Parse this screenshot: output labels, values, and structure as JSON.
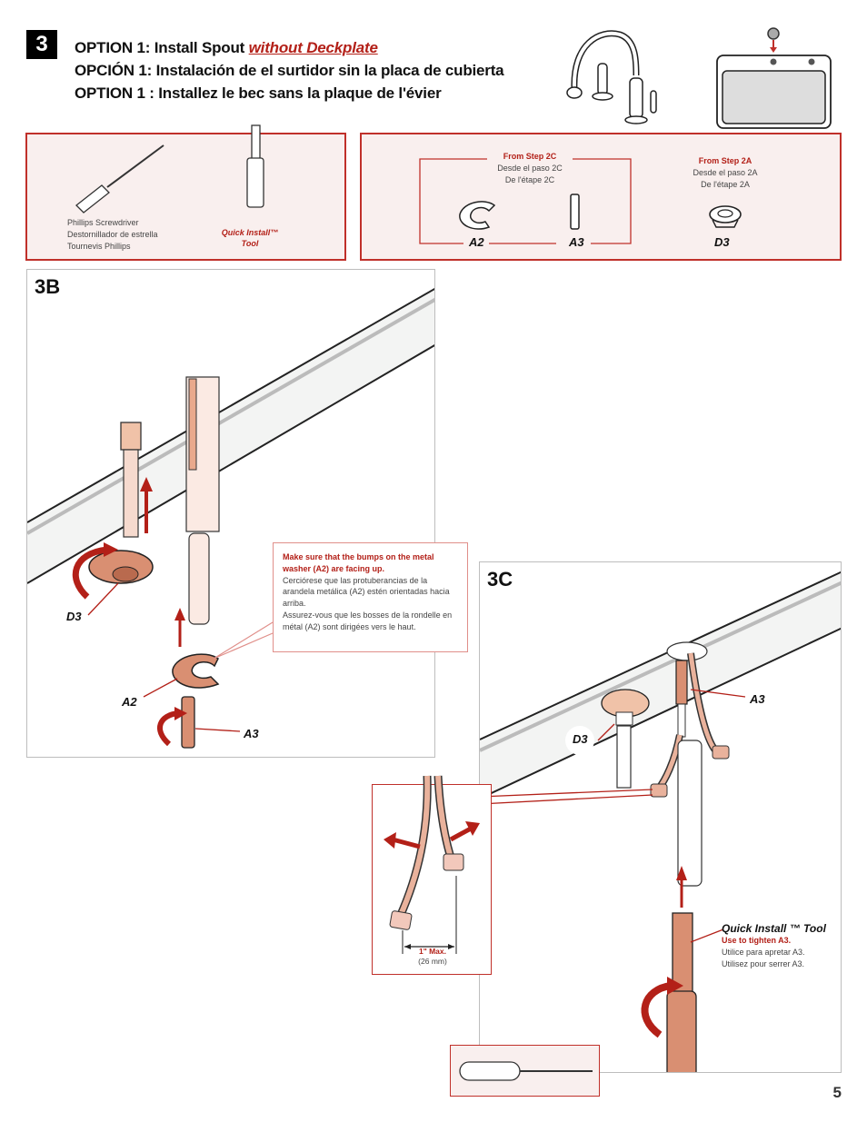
{
  "step": {
    "number": "3",
    "title_en_prefix": "OPTION 1:  Install Spout ",
    "title_en_emphasis": "without Deckplate",
    "title_es": "OPCIÓN 1:  Instalación de el surtidor sin la placa de cubierta",
    "title_fr": "OPTION 1 : Installez le bec sans la plaque de l'évier"
  },
  "tools_panel": {
    "screwdriver": {
      "en": "Phillips Screwdriver",
      "es": "Destornillador de estrella",
      "fr": "Tournevis Phillips"
    },
    "quick_install_tool": {
      "line1": "Quick Install™",
      "line2": "Tool"
    }
  },
  "parts_panel": {
    "from_2c": {
      "en": "From Step 2C",
      "es": "Desde el paso 2C",
      "fr": "De l'étape 2C"
    },
    "from_2a": {
      "en": "From Step 2A",
      "es": "Desde el paso 2A",
      "fr": "De l'étape 2A"
    },
    "parts": [
      "A2",
      "A3",
      "D3"
    ]
  },
  "step_3b": {
    "label": "3B",
    "parts": {
      "d3": "D3",
      "a2": "A2",
      "a3": "A3"
    },
    "callout": {
      "en": "Make sure that the bumps on the metal washer (A2) are facing up.",
      "es": "Cerciórese que las protuberancias de la arandela metálica (A2) estén orientadas hacia arriba.",
      "fr": "Assurez-vous que les bosses de la rondelle en métal (A2) sont dirigées vers le haut."
    }
  },
  "step_3c": {
    "label": "3C",
    "parts": {
      "d3": "D3",
      "a3": "A3"
    },
    "tool_label": "Quick Install ™ Tool",
    "tool_note": {
      "en": "Use to tighten A3.",
      "es": "Utilice para apretar A3.",
      "fr": "Utilisez pour serrer A3."
    },
    "measure": {
      "max": "1\" Max.",
      "metric": "(26 mm)"
    }
  },
  "page_number": "5",
  "colors": {
    "accent": "#b32018",
    "copper": "#d98f72",
    "panel_bg": "#f9efee"
  }
}
